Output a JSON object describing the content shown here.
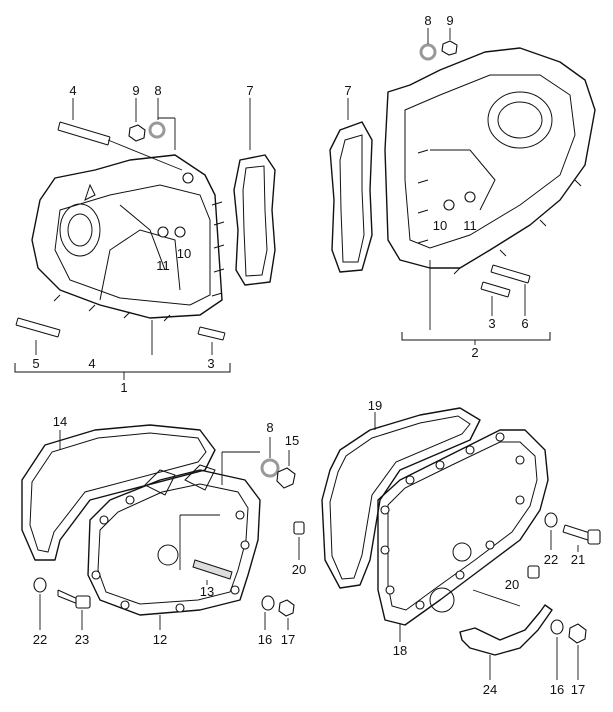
{
  "labels": {
    "n1": "1",
    "n2": "2",
    "tl_4": "4",
    "tl_9": "9",
    "tl_8": "8",
    "tl_7": "7",
    "tl_11": "11",
    "tl_10": "10",
    "tl_5": "5",
    "tl_4b": "4",
    "tl_3": "3",
    "tr_8": "8",
    "tr_9": "9",
    "tr_7": "7",
    "tr_10": "10",
    "tr_11": "11",
    "tr_3": "3",
    "tr_6": "6",
    "bl_14": "14",
    "bl_8": "8",
    "bl_15": "15",
    "bl_20": "20",
    "bl_13": "13",
    "bl_22": "22",
    "bl_23": "23",
    "bl_12": "12",
    "bl_16": "16",
    "bl_17": "17",
    "br_19": "19",
    "br_22": "22",
    "br_21": "21",
    "br_20": "20",
    "br_18": "18",
    "br_24": "24",
    "br_16": "16",
    "br_17": "17"
  }
}
